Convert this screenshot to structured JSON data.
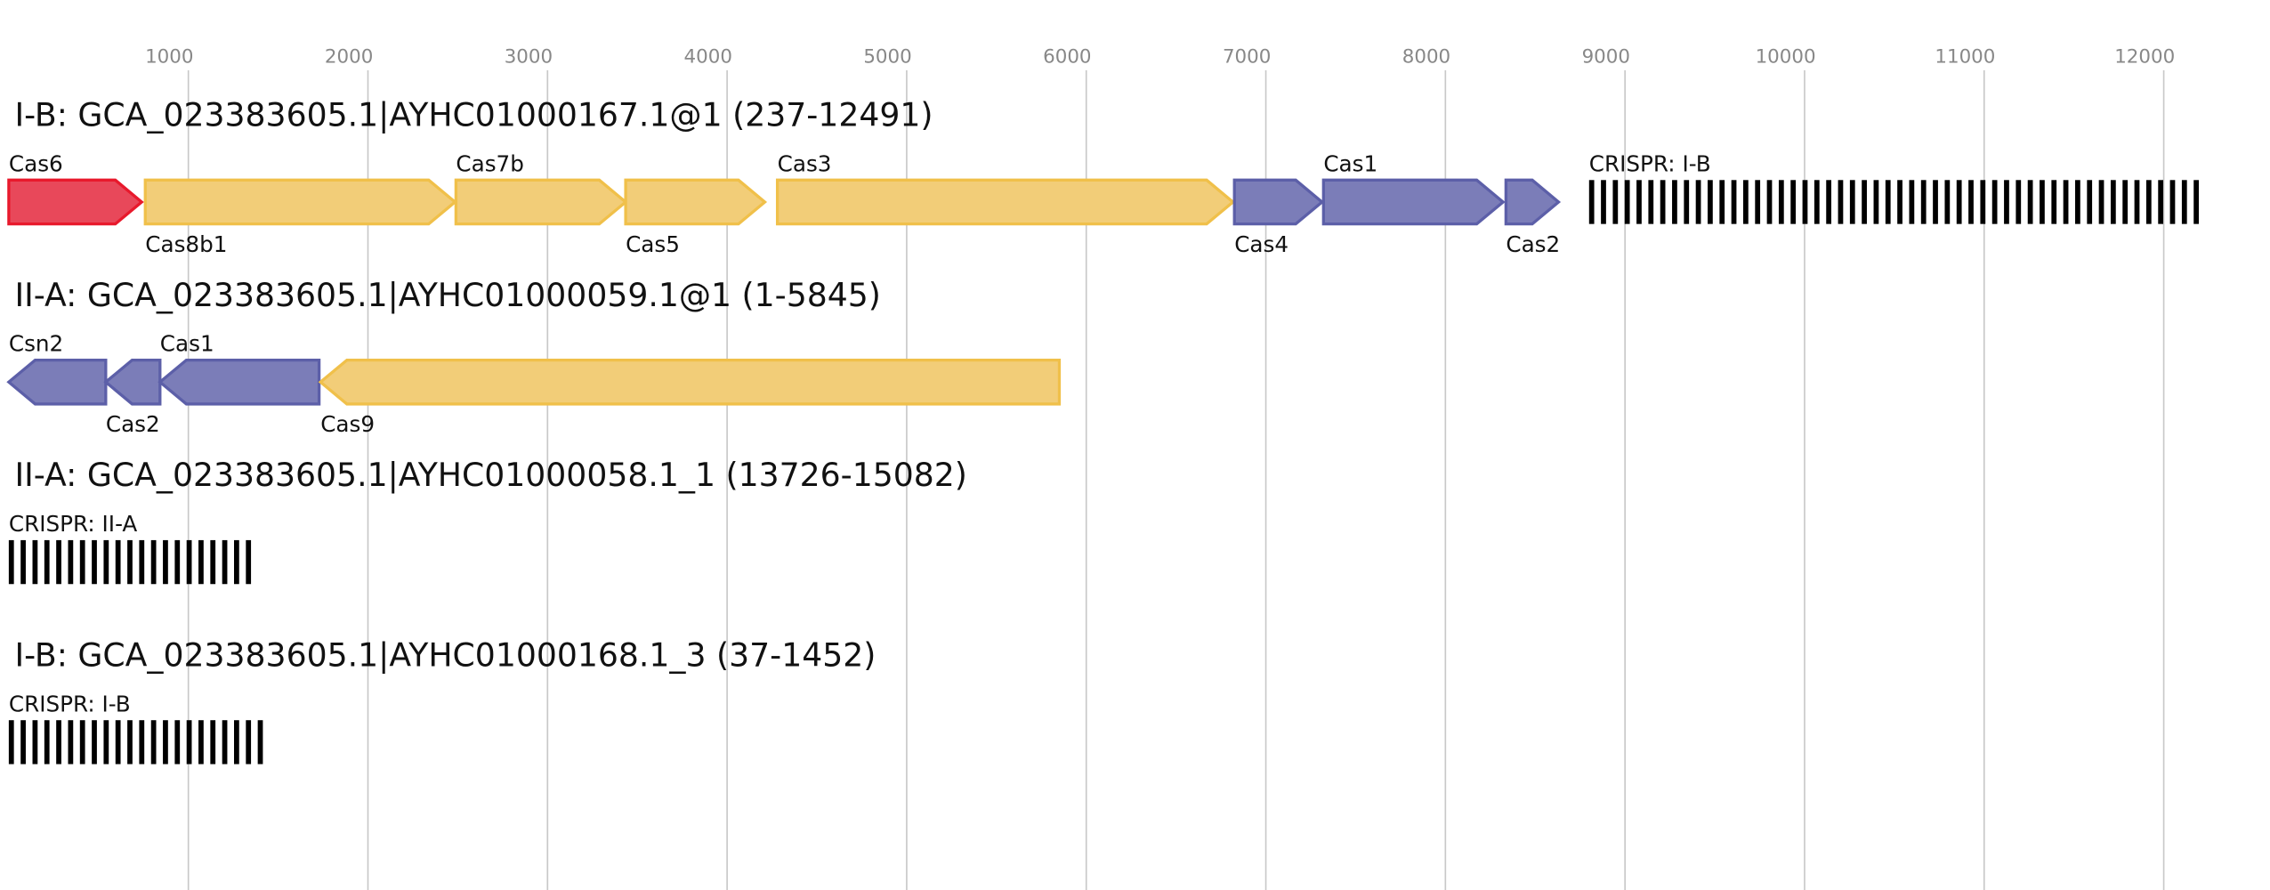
{
  "chart_data": {
    "type": "gene-map",
    "axis": {
      "ticks": [
        1000,
        2000,
        3000,
        4000,
        5000,
        6000,
        7000,
        8000,
        9000,
        10000,
        11000,
        12000
      ],
      "grid": true
    },
    "colors": {
      "red": "#e8192c",
      "yellow": "#f0c04a",
      "blue": "#5c5fa8",
      "crispr": "#000000",
      "grid": "#c8c8c8",
      "tick": "#888888"
    },
    "tracks": [
      {
        "title": "I-B: GCA_023383605.1|AYHC01000167.1@1 (237-12491)",
        "features": [
          {
            "label": "Cas6",
            "start": 0,
            "end": 740,
            "strand": "+",
            "color": "red",
            "label_pos": "above"
          },
          {
            "label": "Cas8b1",
            "start": 760,
            "end": 2485,
            "strand": "+",
            "color": "yellow",
            "label_pos": "below"
          },
          {
            "label": "Cas7b",
            "start": 2490,
            "end": 3435,
            "strand": "+",
            "color": "yellow",
            "label_pos": "above"
          },
          {
            "label": "Cas5",
            "start": 3435,
            "end": 4210,
            "strand": "+",
            "color": "yellow",
            "label_pos": "below"
          },
          {
            "label": "Cas3",
            "start": 4280,
            "end": 6817,
            "strand": "+",
            "color": "yellow",
            "label_pos": "above"
          },
          {
            "label": "Cas4",
            "start": 6825,
            "end": 7313,
            "strand": "+",
            "color": "blue",
            "label_pos": "below"
          },
          {
            "label": "Cas1",
            "start": 7321,
            "end": 8321,
            "strand": "+",
            "color": "blue",
            "label_pos": "above"
          },
          {
            "label": "Cas2",
            "start": 8337,
            "end": 8630,
            "strand": "+",
            "color": "blue",
            "label_pos": "below"
          },
          {
            "label": "CRISPR: I-B",
            "start": 8800,
            "end": 12256,
            "type": "crispr",
            "label_pos": "above"
          }
        ]
      },
      {
        "title": "II-A: GCA_023383605.1|AYHC01000059.1@1 (1-5845)",
        "features": [
          {
            "label": "Csn2",
            "start": 0,
            "end": 540,
            "strand": "-",
            "color": "blue",
            "label_pos": "above"
          },
          {
            "label": "Cas2",
            "start": 540,
            "end": 842,
            "strand": "-",
            "color": "blue",
            "label_pos": "below"
          },
          {
            "label": "Cas1",
            "start": 842,
            "end": 1728,
            "strand": "-",
            "color": "blue",
            "label_pos": "above"
          },
          {
            "label": "Cas9",
            "start": 1736,
            "end": 5850,
            "strand": "-",
            "color": "yellow",
            "label_pos": "below"
          }
        ]
      },
      {
        "title": "II-A: GCA_023383605.1|AYHC01000058.1_1 (13726-15082)",
        "features": [
          {
            "label": "CRISPR: II-A",
            "start": 0,
            "end": 1362,
            "type": "crispr",
            "label_pos": "above"
          }
        ]
      },
      {
        "title": "I-B: GCA_023383605.1|AYHC01000168.1_3 (37-1452)",
        "features": [
          {
            "label": "CRISPR: I-B",
            "start": 0,
            "end": 1415,
            "type": "crispr",
            "label_pos": "above"
          }
        ]
      }
    ]
  }
}
